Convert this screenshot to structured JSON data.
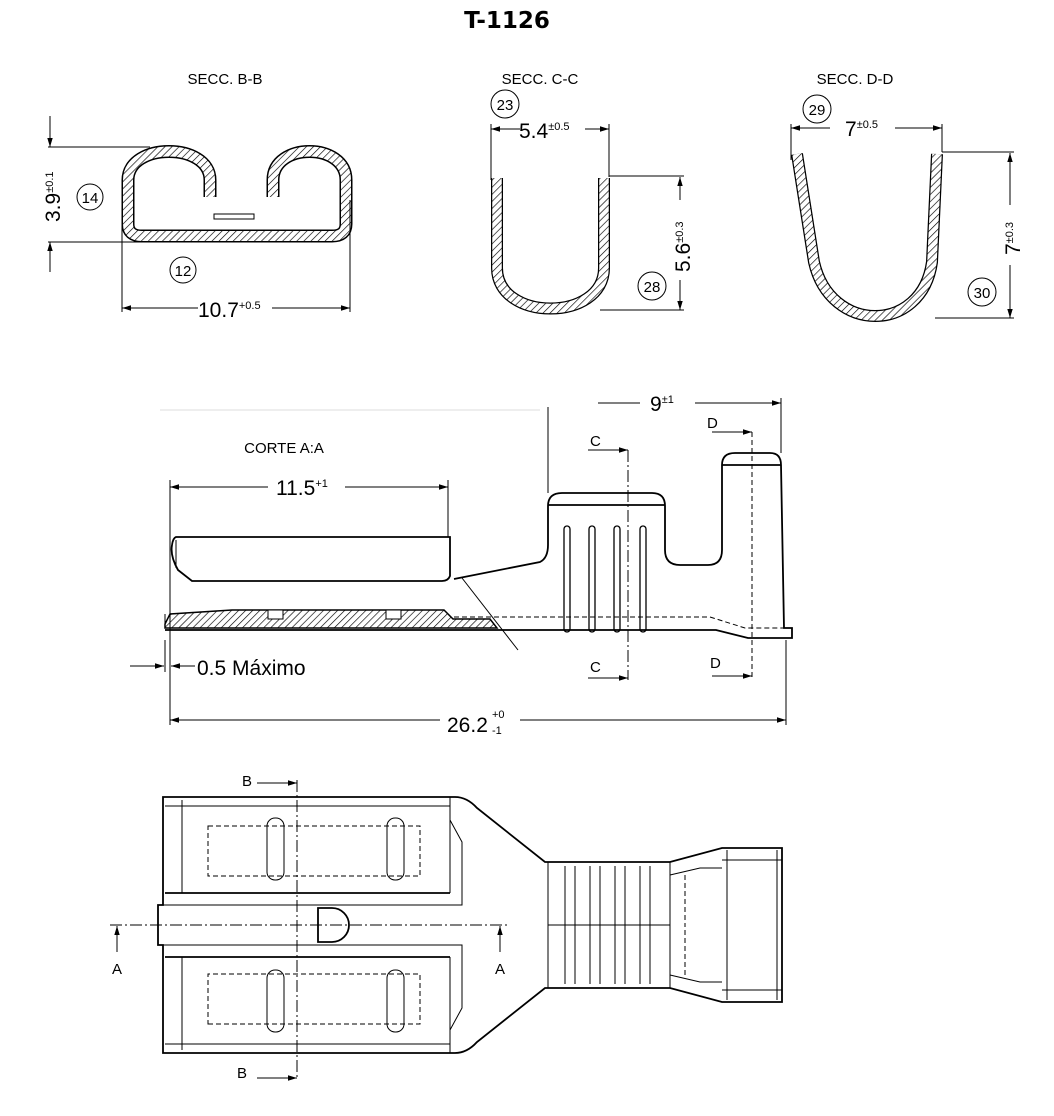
{
  "title": "T-1126",
  "sections": {
    "bb": {
      "label": "SECC. B-B",
      "height_dim": "3.9",
      "height_tol": "±0.1",
      "width_dim": "10.7",
      "width_tol": "+0.5",
      "balloon_a": "14",
      "balloon_b": "12"
    },
    "cc": {
      "label": "SECC. C-C",
      "width_dim": "5.4",
      "width_tol": "±0.5",
      "height_dim": "5.6",
      "height_tol": "±0.3",
      "balloon_a": "23",
      "balloon_b": "28"
    },
    "dd": {
      "label": "SECC. D-D",
      "width_dim": "7",
      "width_tol": "±0.5",
      "height_dim": "7",
      "height_tol": "±0.3",
      "balloon_a": "29",
      "balloon_b": "30"
    }
  },
  "side_view": {
    "label": "CORTE A:A",
    "receptacle_dim": "11.5",
    "receptacle_tol": "+1",
    "crimp_dim": "9",
    "crimp_tol": "±1",
    "max_note": "0.5 Máximo",
    "length_dim": "26.2",
    "length_tol_upper": "+0",
    "length_tol_lower": "-1",
    "section_c": "C",
    "section_d": "D"
  },
  "top_view": {
    "section_a": "A",
    "section_b": "B"
  }
}
